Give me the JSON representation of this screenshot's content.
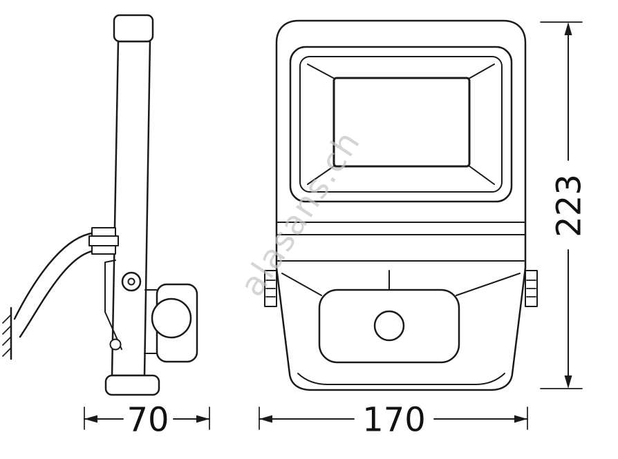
{
  "diagram": {
    "type": "technical-dimension-drawing",
    "subject": "LED floodlight with motion sensor, side view and front view",
    "watermark": "alasans.ch",
    "dimensions": {
      "height": "223",
      "width_front": "170",
      "depth_side": "70"
    },
    "colors": {
      "line": "#1a1a1a",
      "watermark": "#c4c4c4",
      "led_panel_bg": "#161616",
      "led_cell": "#f2f2f2",
      "background": "#ffffff"
    }
  }
}
